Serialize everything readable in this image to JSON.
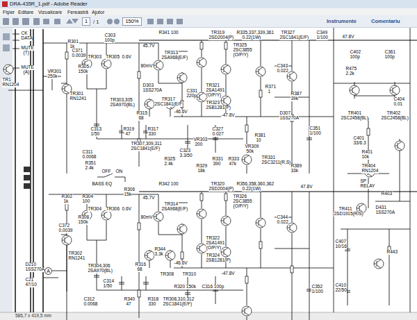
{
  "diagram": {
    "nodes": [
      {
        "text": [
          "1"
        ]
      },
      {
        "text": [
          "150%"
        ]
      },
      {
        "text": [
          "A"
        ]
      }
    ],
    "labels": [
      "DRA-435R_1.pdf - Adobe Reader",
      "Fişier",
      "Editare",
      "Vizualizare",
      "Fereastră",
      "Ajutor",
      "/ 1",
      "Instrumente",
      "Comentariu",
      "586,7 x 419,5 mm",
      "CK",
      "DATA",
      "MUTE",
      "(T)",
      "MUTE",
      "(A)",
      "TR1",
      "RN1204",
      "R301",
      "1k",
      "C303",
      "100p",
      "C371",
      "0.0039",
      "TR303",
      "TR305",
      "0.6V",
      "R305",
      "150k",
      "VR301",
      "250k",
      "45.7V",
      "R341 100",
      "TR313",
      "2SA968(E/F)",
      "80mV",
      "TR319",
      "2SD2004(P)",
      "R335,337,339,361",
      "0.22(1W)",
      "TR327",
      "2SC1841(E/F)",
      "C349",
      "1/100",
      "47.8V",
      "TR325",
      "2SC3855",
      "(O/P/Y)",
      "C343",
      "0.022",
      "R371",
      "1",
      "D307",
      "1SS270A",
      "D303",
      "1SS270A",
      "C331",
      "220p",
      "TR321",
      "2SA1491",
      "(O/P/Y)",
      "TR317",
      "2SC1841(E/F)",
      "-46.6V",
      "TR323",
      "2SB1281(P)",
      "-47.8V",
      "R315",
      "68",
      "TR303,305",
      "2SA970(BL)",
      "TR301",
      "RN1241",
      "C313",
      "1/50",
      "R319",
      "47",
      "R317",
      "330",
      "C327",
      "0.027",
      "VR303",
      "200",
      "TR307,309,311",
      "2SC1841(E/F)",
      "C323",
      "3.3/50",
      "R325",
      "2.4k",
      "R329",
      "18k",
      "R331",
      "390",
      "R333",
      "47k",
      "VR309",
      "50k",
      "R381",
      "10",
      "TR331",
      "2SC3211(R,S)",
      "C351",
      "1/100",
      "R387",
      "39k",
      "R389",
      "33k",
      "C402",
      "100p",
      "C361",
      "100p",
      "R475",
      "2.2k",
      "C404",
      "0.01",
      "TR401",
      "2SC2458(BL)",
      "TR402",
      "2SC2458(BL)",
      "C401",
      "33/6.3",
      "R401",
      "10k",
      "TR404",
      "RN1204",
      "SP",
      "RELAY",
      "R403",
      "C311",
      "0.0068",
      "R351",
      "2.4k",
      "OFF",
      "ON",
      "BASS EQ",
      "R342 100",
      "TR320",
      "2SD2004(P)",
      "R356,358,360,362",
      "0.22(1W)",
      "47.8V",
      "R302",
      "1k",
      "R304",
      "100",
      "R306",
      "15k",
      "TR304",
      "TR306",
      "0.6V",
      "45.7V",
      "TR314",
      "2SA968(E/F)",
      "80mV",
      "TR326",
      "2SC3855",
      "(O/P/Y)",
      "C344",
      "0.022",
      "C372",
      "0.0039",
      "R308",
      "150k",
      "TR322",
      "2SA1491",
      "(O/P/Y)",
      "R344",
      "3.3k",
      "TR324",
      "2SB1281(P)",
      "-46.6V",
      "-47.8V",
      "R316",
      "68",
      "TR302",
      "RN1241",
      "TR304,306",
      "2SA970(BL)",
      "TR308",
      "TR310",
      "D210",
      "1SS270A",
      "C21",
      "47/10",
      "C314",
      "1/50",
      "R320 150k",
      "C316 100p",
      "C352",
      "1/100",
      "C312",
      "0.0068",
      "R340",
      "47",
      "R318",
      "330",
      "TR308,310,312",
      "2SC1841(E/F)",
      "TR411",
      "2SD1915(R/S)",
      "D431",
      "1SS270A",
      "C407",
      "10/16",
      "R443",
      "C410",
      "22/50"
    ]
  }
}
